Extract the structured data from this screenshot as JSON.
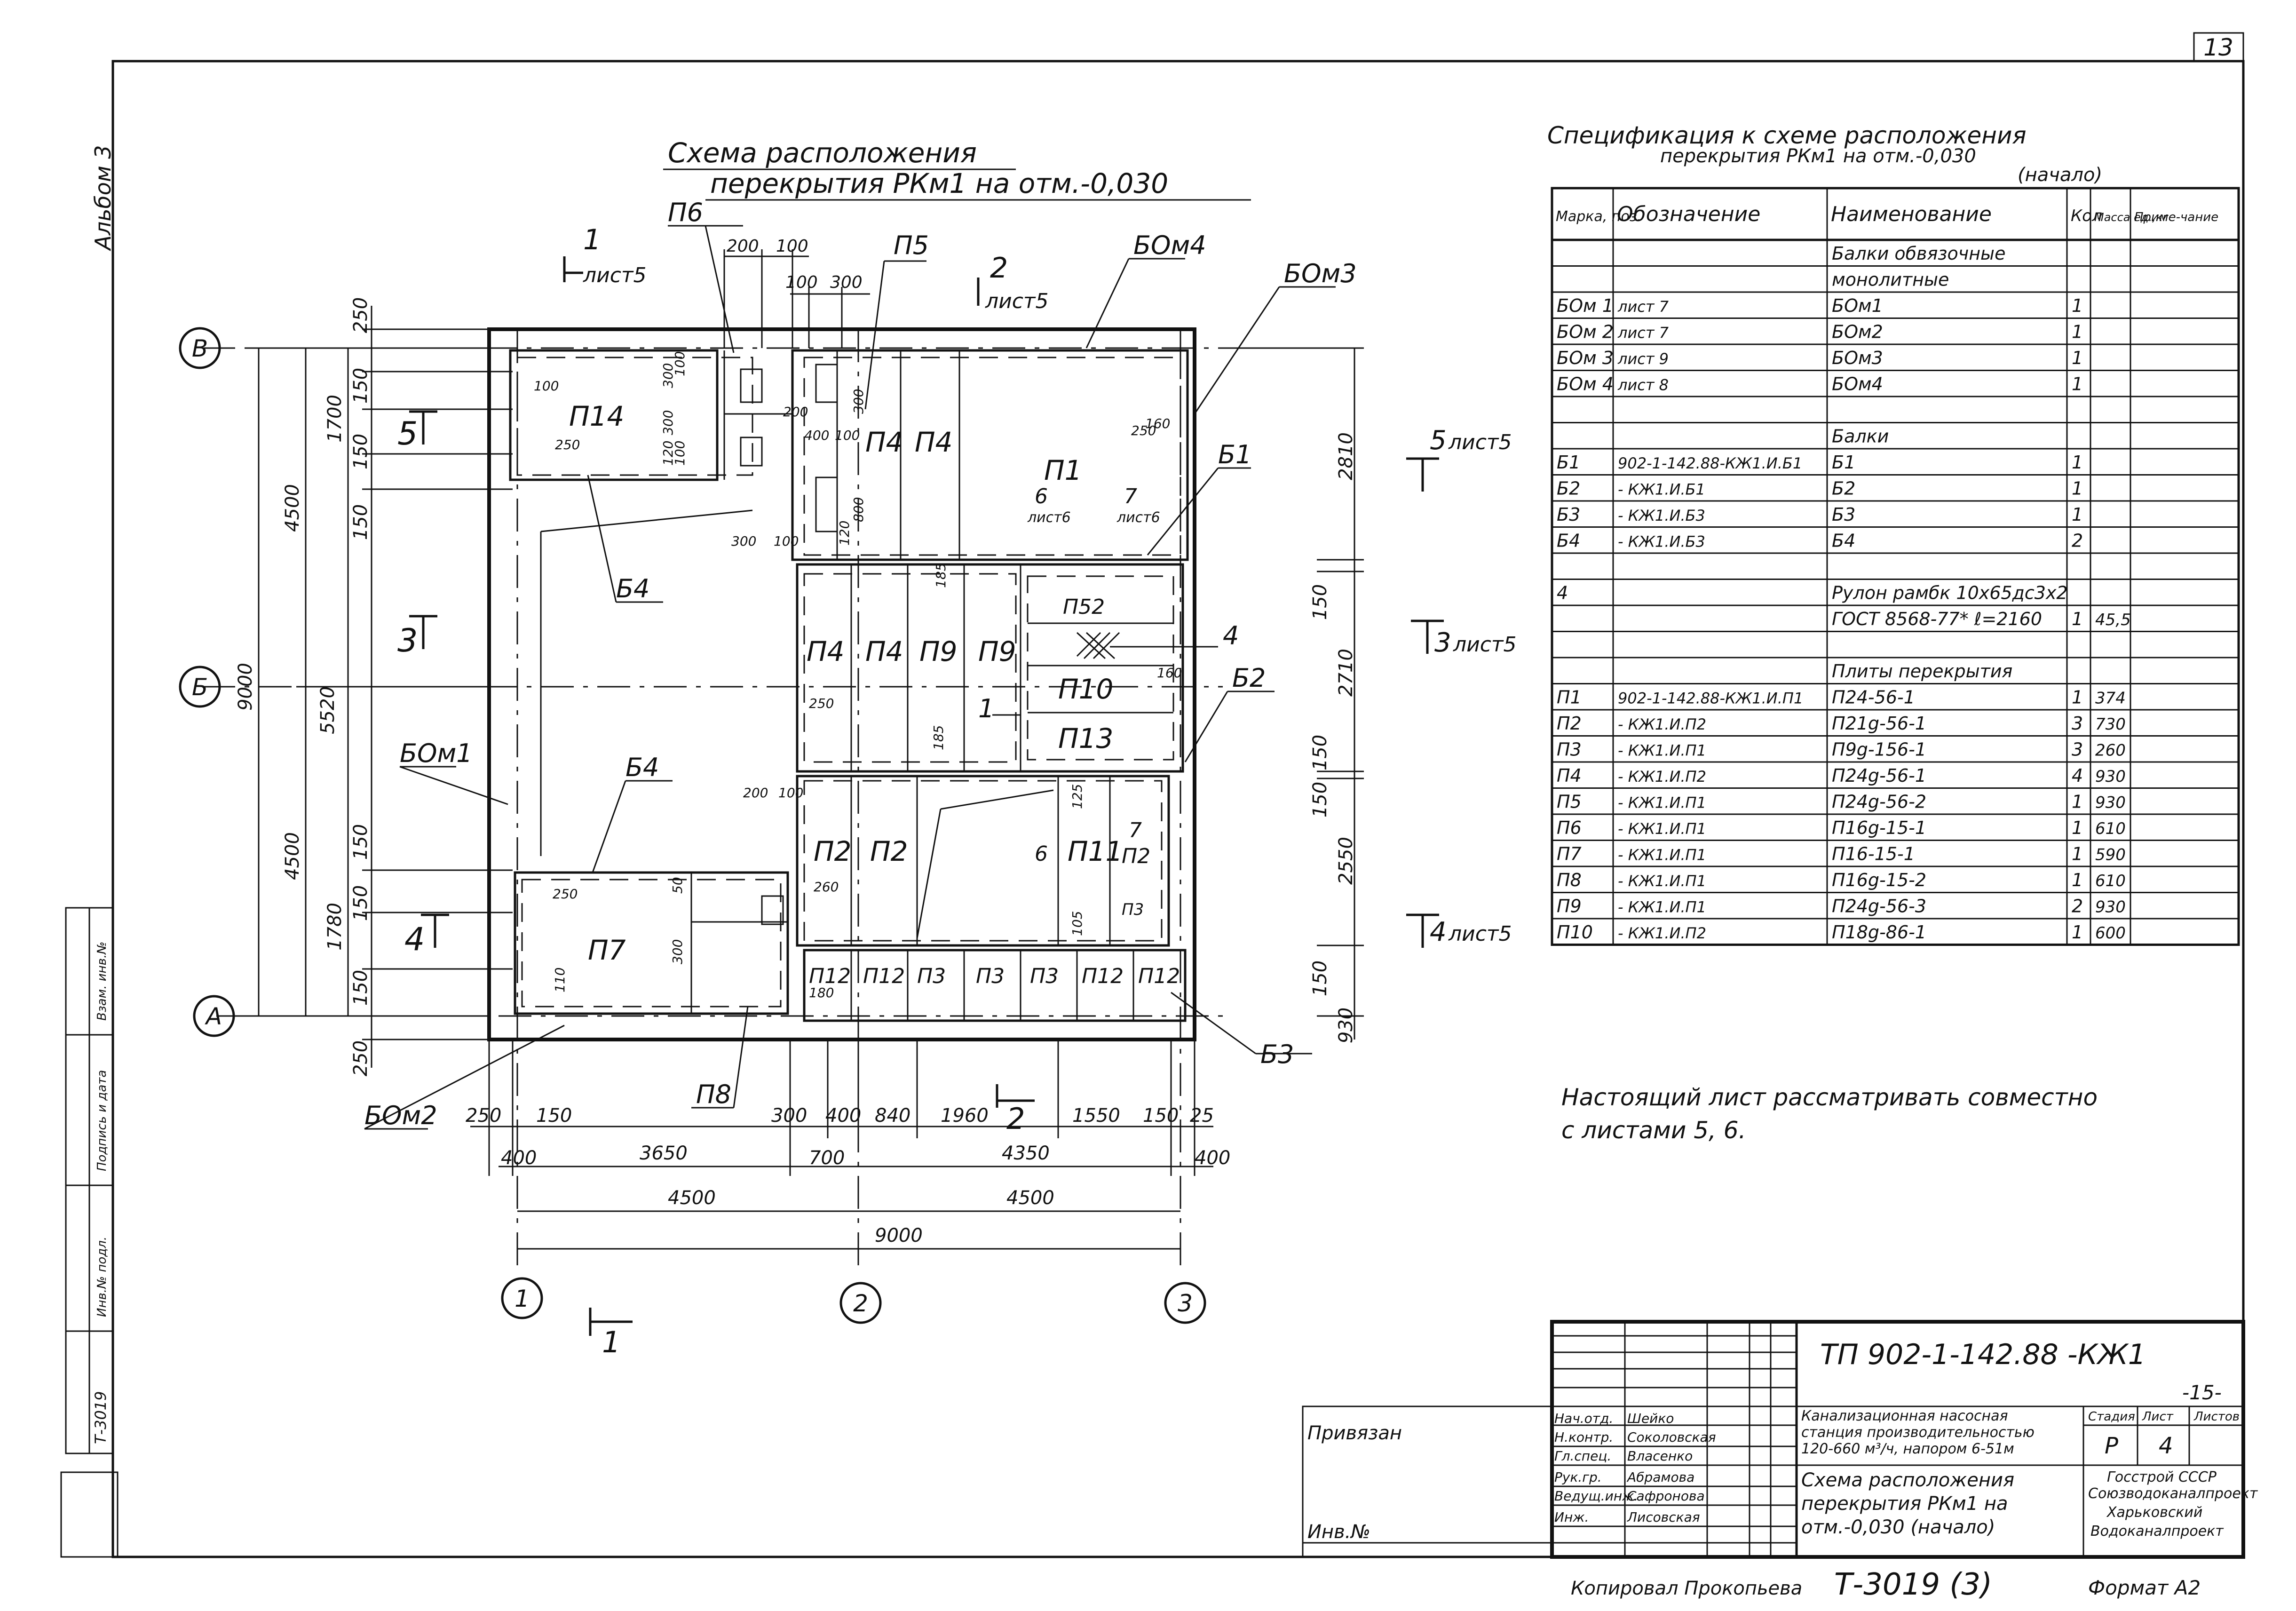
{
  "page_number": "13",
  "album_label": "Альбом 3",
  "scheme": {
    "title_line1": "Схема расположения",
    "title_line2": "перекрытия РКм1 на отм.-0,030"
  },
  "axes": {
    "rows": [
      "В",
      "Б",
      "А"
    ],
    "cols": [
      "1",
      "2",
      "3"
    ]
  },
  "section_marks": [
    {
      "num": "1",
      "sheet": "лист5"
    },
    {
      "num": "2",
      "sheet": "лист5"
    },
    {
      "num": "5",
      "sheet": "лист5"
    },
    {
      "num": "3",
      "sheet": "лист5"
    },
    {
      "num": "4",
      "sheet": "лист5"
    }
  ],
  "section_marks_local": [
    "5",
    "3",
    "4",
    "2",
    "1"
  ],
  "left_dims": {
    "outer": "9000",
    "mid_top": "4500",
    "mid_bottom": "5520",
    "lower": "4500",
    "d1700": "1700",
    "d1780": "1780",
    "d250a": "250",
    "d150a": "150",
    "d150b": "150",
    "d150c": "150",
    "d150d": "150",
    "d150e": "150",
    "d150f": "150",
    "d250b": "250"
  },
  "right_dims": {
    "d2810": "2810",
    "d2710": "2710",
    "d2550": "2550",
    "d930": "930",
    "d150a": "150",
    "d150b": "150",
    "d150c": "150",
    "d150d": "150"
  },
  "bottom_dims": {
    "r1": [
      "250",
      "150",
      "300",
      "400",
      "840",
      "1960",
      "1550",
      "150",
      "25"
    ],
    "r2": [
      "400",
      "3650",
      "700",
      "4350",
      "400"
    ],
    "r3": [
      "4500",
      "4500"
    ],
    "r4": "9000"
  },
  "top_dims": [
    "200",
    "100",
    "100",
    "300"
  ],
  "inner_dims": [
    "100",
    "300",
    "100",
    "120",
    "300",
    "100",
    "250",
    "200",
    "400",
    "100",
    "300",
    "800",
    "120",
    "300",
    "100",
    "185",
    "250",
    "185",
    "160",
    "200",
    "100",
    "260",
    "125",
    "105",
    "180",
    "250",
    "50",
    "300",
    "110",
    "160",
    "250"
  ],
  "labels": {
    "P1": "П1",
    "P2a": "П2",
    "P2b": "П2",
    "P3a": "П3",
    "P3b": "П3",
    "P3c": "П3",
    "P4a": "П4",
    "P4b": "П4",
    "P4c": "П4",
    "P4d": "П4",
    "P5": "П5",
    "P6": "П6",
    "P7": "П7",
    "P8": "П8",
    "P9a": "П9",
    "P9b": "П9",
    "P10": "П10",
    "P11": "П11",
    "P12a": "П12",
    "P12b": "П12",
    "P12c": "П12",
    "P12d": "П12",
    "P13": "П13",
    "P14": "П14",
    "P2c": "П2",
    "P3d": "П3",
    "BM1": "БОм1",
    "BM2": "БОм2",
    "BM3": "БОм3",
    "BM4": "БОм4",
    "B1": "Б1",
    "B2": "Б2",
    "B3": "Б3",
    "B4a": "Б4",
    "B4b": "Б4",
    "P52": "П52",
    "n1": "1",
    "n4": "4",
    "n6": "6",
    "n7": "7",
    "n6b": "6",
    "n7b": "7",
    "list6": "лист6",
    "list6b": "лист6"
  },
  "spec": {
    "title_line1": "Спецификация к схеме расположения",
    "title_line2": "перекрытия РКм1 на отм.-0,030",
    "title_line3": "(начало)",
    "headers": [
      "Марка, поз.",
      "Обозначение",
      "Наименование",
      "Кол",
      "Масса ед.,кг",
      "Приме-чание"
    ],
    "rows": [
      [
        "",
        "",
        "Балки обвязочные",
        "",
        "",
        ""
      ],
      [
        "",
        "",
        "монолитные",
        "",
        "",
        ""
      ],
      [
        "БОм 1",
        "лист 7",
        "БОм1",
        "1",
        "",
        ""
      ],
      [
        "БОм 2",
        "лист 7",
        "БОм2",
        "1",
        "",
        ""
      ],
      [
        "БОм 3",
        "лист 9",
        "БОм3",
        "1",
        "",
        ""
      ],
      [
        "БОм 4",
        "лист 8",
        "БОм4",
        "1",
        "",
        ""
      ],
      [
        "",
        "",
        "",
        "",
        "",
        ""
      ],
      [
        "",
        "",
        "Балки",
        "",
        "",
        ""
      ],
      [
        "Б1",
        "902-1-142.88-КЖ1.И.Б1",
        "Б1",
        "1",
        "",
        ""
      ],
      [
        "Б2",
        "- КЖ1.И.Б1",
        "Б2",
        "1",
        "",
        ""
      ],
      [
        "Б3",
        "- КЖ1.И.Б3",
        "Б3",
        "1",
        "",
        ""
      ],
      [
        "Б4",
        "- КЖ1.И.Б3",
        "Б4",
        "2",
        "",
        ""
      ],
      [
        "",
        "",
        "",
        "",
        "",
        ""
      ],
      [
        "4",
        "",
        "Рулон рамбк 10х65дс3х2",
        "",
        "",
        ""
      ],
      [
        "",
        "",
        "ГОСТ 8568-77* ℓ=2160",
        "1",
        "45,5",
        ""
      ],
      [
        "",
        "",
        "",
        "",
        "",
        ""
      ],
      [
        "",
        "",
        "Плиты перекрытия",
        "",
        "",
        ""
      ],
      [
        "П1",
        "902-1-142.88-КЖ1.И.П1",
        "П24-56-1",
        "1",
        "374",
        ""
      ],
      [
        "П2",
        "- КЖ1.И.П2",
        "П21g-56-1",
        "3",
        "730",
        ""
      ],
      [
        "П3",
        "- КЖ1.И.П1",
        "П9g-156-1",
        "3",
        "260",
        ""
      ],
      [
        "П4",
        "- КЖ1.И.П2",
        "П24g-56-1",
        "4",
        "930",
        ""
      ],
      [
        "П5",
        "- КЖ1.И.П1",
        "П24g-56-2",
        "1",
        "930",
        ""
      ],
      [
        "П6",
        "- КЖ1.И.П1",
        "П16g-15-1",
        "1",
        "610",
        ""
      ],
      [
        "П7",
        "- КЖ1.И.П1",
        "П16-15-1",
        "1",
        "590",
        ""
      ],
      [
        "П8",
        "- КЖ1.И.П1",
        "П16g-15-2",
        "1",
        "610",
        ""
      ],
      [
        "П9",
        "- КЖ1.И.П1",
        "П24g-56-3",
        "2",
        "930",
        ""
      ],
      [
        "П10",
        "- КЖ1.И.П2",
        "П18g-86-1",
        "1",
        "600",
        ""
      ]
    ]
  },
  "note_line1": "Настоящий лист рассматривать совместно",
  "note_line2": "с листами 5, 6.",
  "stamp": {
    "code": "ТП 902-1-142.88 -КЖ1",
    "sheet_no": "-15-",
    "project_lines": [
      "Канализационная насосная",
      "станция производительностью",
      "120-660 м³/ч, напором 6-51м"
    ],
    "drawing_lines": [
      "Схема расположения",
      "перекрытия РКм1 на",
      "отм.-0,030 (начало)"
    ],
    "stage_header": "Стадия",
    "sheet_header": "Лист",
    "sheets_header": "Листов",
    "stage": "Р",
    "sheet": "4",
    "org_lines": [
      "Госстрой СССР",
      "Союзводоканалпроект",
      "Харьковский",
      "Водоканалпроект"
    ],
    "roles": [
      "Нач.отд.",
      "Н.контр.",
      "Гл.спец.",
      "Рук.гр.",
      "Ведущ.инж.",
      "Инж."
    ],
    "names": [
      "Шейко",
      "Соколовская",
      "Власенко",
      "Абрамова",
      "Сафронова",
      "Лисовская"
    ],
    "privyazan": "Привязан",
    "inv": "Инв.№"
  },
  "copied_by": "Копировал Прокопьева",
  "archive_no": "Т-3019 (3)",
  "format": "Формат А2",
  "left_stamp": {
    "lines": [
      "Т-3019",
      "Инв.№ подл.",
      "Подпись и дата",
      "Взам. инв.№"
    ]
  }
}
